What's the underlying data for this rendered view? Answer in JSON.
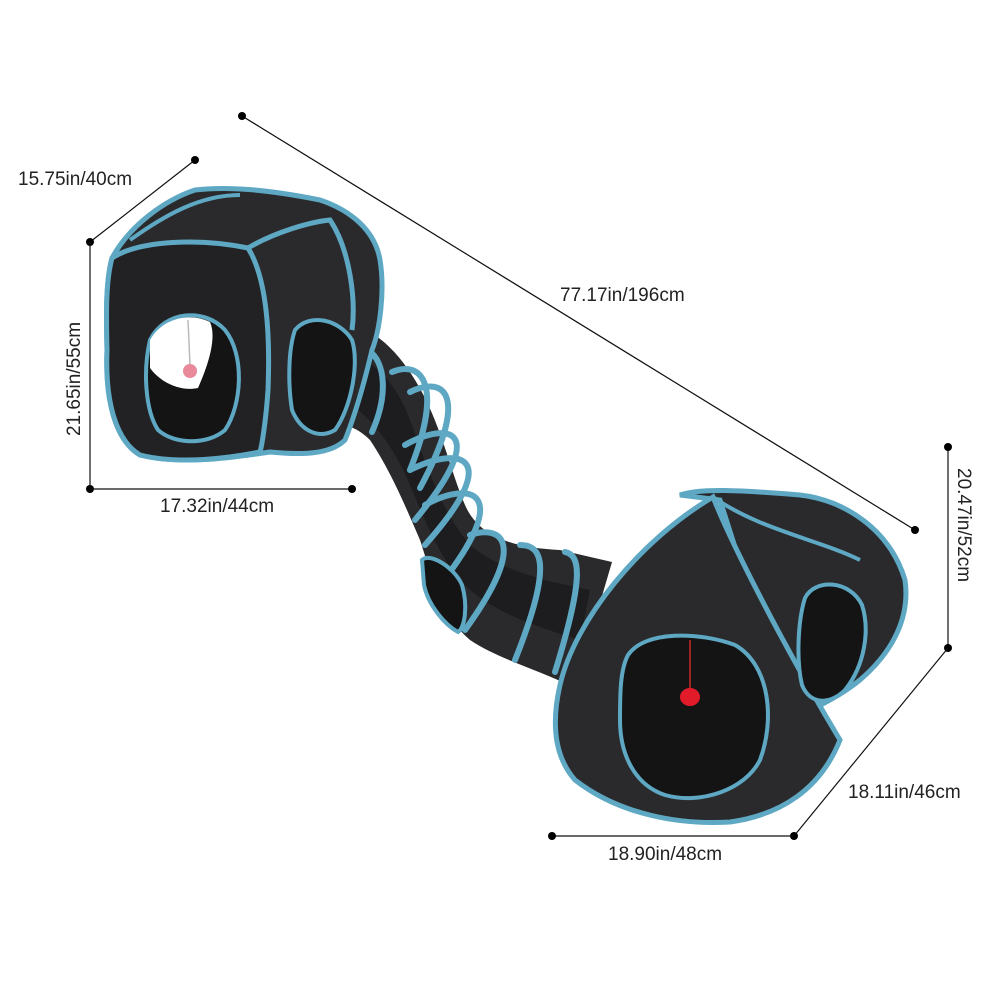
{
  "colors": {
    "fabric": "#2a2a2c",
    "fabric_dark": "#141415",
    "trim": "#5ea8c4",
    "toy_red": "#e21b2a",
    "toy_pink": "#e98a9b",
    "background": "#ffffff",
    "line": "#111111"
  },
  "icons": [
    "cat-tunnel-illustration",
    "hanging-toy-ball-icon",
    "hanging-toy-mouse-icon"
  ],
  "dimensions": {
    "left_depth": "15.75in/40cm",
    "left_height": "21.65in/55cm",
    "left_width": "17.32in/44cm",
    "total_length": "77.17in/196cm",
    "right_height": "20.47in/52cm",
    "right_depth": "18.11in/46cm",
    "right_width": "18.90in/48cm"
  }
}
